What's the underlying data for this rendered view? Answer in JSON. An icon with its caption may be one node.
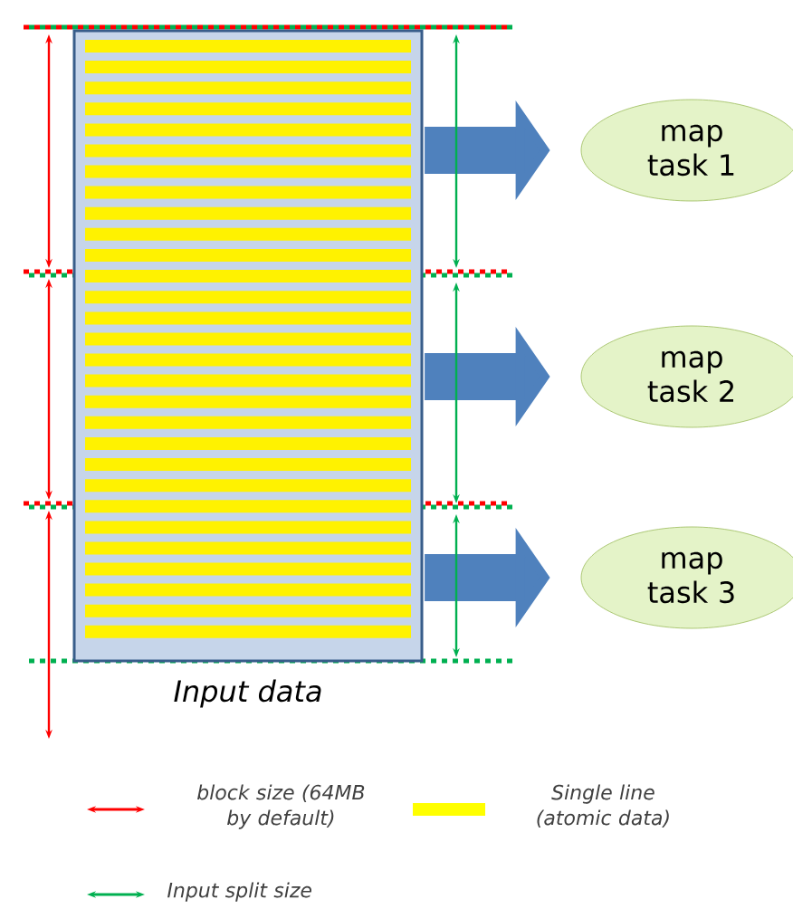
{
  "diagram": {
    "nodes": [
      {
        "text": [
          "Input data"
        ]
      },
      {
        "text": [
          "map task 1"
        ]
      },
      {
        "text": [
          "map task 2"
        ]
      },
      {
        "text": [
          "map task 3"
        ]
      }
    ],
    "edges": [
      {
        "from": 0,
        "to": 1,
        "arrow": "to"
      },
      {
        "from": 0,
        "to": 2,
        "arrow": "to"
      },
      {
        "from": 0,
        "to": 3,
        "arrow": "to"
      }
    ],
    "legend": [
      {
        "text": "block size (64MB by default)"
      },
      {
        "text": "Single line (atomic data)",
        "color": "#ffff00"
      },
      {
        "text": "Input split size"
      }
    ]
  }
}
